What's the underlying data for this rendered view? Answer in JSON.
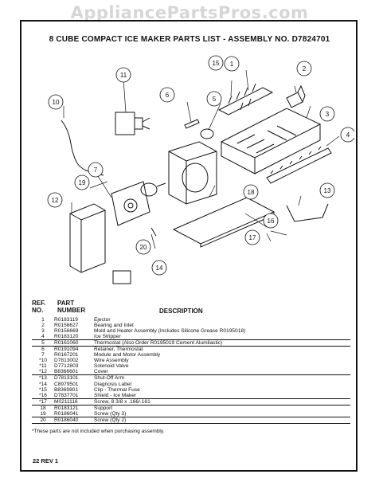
{
  "watermark": "AppliancePartsPros.com",
  "title": "8 CUBE COMPACT ICE MAKER PARTS LIST - ASSEMBLY NO. D7824701",
  "headers": {
    "ref_line1": "REF.",
    "ref_line2": "NO.",
    "part_line1": "PART",
    "part_line2": "NUMBER",
    "description": "DESCRIPTION"
  },
  "callouts": [
    "1",
    "2",
    "3",
    "4",
    "5",
    "6",
    "7",
    "10",
    "11",
    "12",
    "13",
    "14",
    "15",
    "16",
    "17",
    "18",
    "19",
    "20"
  ],
  "parts": [
    {
      "ref": "1",
      "part": "R0183119",
      "desc": "Ejector"
    },
    {
      "ref": "2",
      "part": "R0156627",
      "desc": "Bearing and Inlet"
    },
    {
      "ref": "3",
      "part": "R0156669",
      "desc": "Mold and Heater Assembly (Includes Silicone Grease R0195018)"
    },
    {
      "ref": "4",
      "part": "R0183120",
      "desc": "Ice Stripper"
    },
    {
      "ref": "5",
      "part": "R0161060",
      "desc": "Thermostat (Also Order R0195019 Cement Alumilastic)"
    },
    {
      "ref": "6",
      "part": "R0191094",
      "desc": "Retainer, Thermostat"
    },
    {
      "ref": "7",
      "part": "R0167201",
      "desc": "Module and Motor Assembly"
    },
    {
      "ref": "*10",
      "part": "D7813002",
      "desc": "Wire Assembly"
    },
    {
      "ref": "*11",
      "part": "D7712803",
      "desc": "Solenoid Valve"
    },
    {
      "ref": "*12",
      "part": "B8366601",
      "desc": "Cover"
    },
    {
      "ref": "*13",
      "part": "D7813101",
      "desc": "Shut-Off Arm"
    },
    {
      "ref": "*14",
      "part": "C8979501",
      "desc": "Diagnosis Label"
    },
    {
      "ref": "*15",
      "part": "B8369801",
      "desc": "Clip - Thermal Fuse"
    },
    {
      "ref": "*16",
      "part": "D7837701",
      "desc": "Shield - Ice Maker"
    },
    {
      "ref": "*17",
      "part": "M0211116",
      "desc": "Screw, 8 3/8 x .166/.161"
    },
    {
      "ref": "18",
      "part": "R0183121",
      "desc": "Support"
    },
    {
      "ref": "19",
      "part": "R0186041",
      "desc": "Screw (Qty 3)"
    },
    {
      "ref": "20",
      "part": "R0186040",
      "desc": "Screw (Qty 2)"
    }
  ],
  "footnote": "*These parts are not included when purchasing assembly.",
  "page_number": "22 REV 1"
}
